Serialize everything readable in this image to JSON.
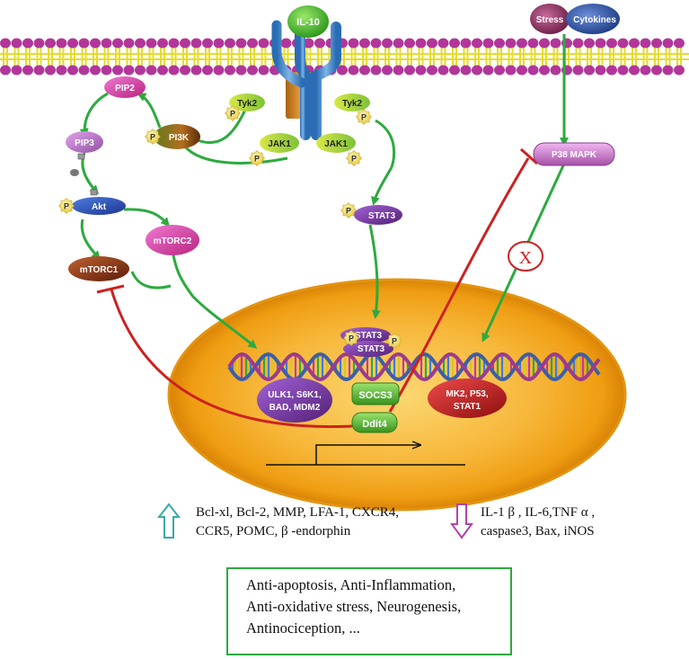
{
  "receptor": {
    "ligand": "IL-10"
  },
  "external": {
    "stress": "Stress",
    "cytokines": "Cytokines"
  },
  "kinases": {
    "tyk2_left": "Tyk2",
    "tyk2_right": "Tyk2",
    "jak1_left": "JAK1",
    "jak1_right": "JAK1",
    "phospho": "P"
  },
  "pathway": {
    "pip2": "PIP2",
    "pip3": "PIP3",
    "pi3k": "PI3K",
    "akt": "Akt",
    "mtorc1": "mTORC1",
    "mtorc2": "mTORC2",
    "stat3": "STAT3",
    "p38": "P38  MAPK",
    "block_mark": "X"
  },
  "nucleus": {
    "stat3_dimer_top": "STAT3",
    "stat3_dimer_bottom": "STAT3",
    "socs3": "SOCS3",
    "ddit4": "Ddit4",
    "targets_left": [
      "ULK1, S6K1,",
      "BAD, MDM2"
    ],
    "targets_right": [
      "MK2, P53,",
      "STAT1"
    ]
  },
  "upregulated": [
    "Bcl-xl, Bcl-2, MMP, LFA-1, CXCR4,",
    "CCR5,  POMC, β -endorphin"
  ],
  "downregulated": [
    "IL-1 β , IL-6,TNF α ,",
    "caspase3, Bax, iNOS"
  ],
  "outcomes": [
    "Anti-apoptosis, Anti-Inflammation,",
    "Anti-oxidative stress, Neurogenesis,",
    "Antinociception, ..."
  ],
  "colors": {
    "arrow_green": "#2daa3f",
    "inhibit_red": "#cc2222",
    "membrane_head": "#b2369a",
    "membrane_tail": "#e6dc2a",
    "nucleus_fill": "#f5b028",
    "up_arrow": "#3aa9a7",
    "down_arrow": "#b044a6"
  }
}
